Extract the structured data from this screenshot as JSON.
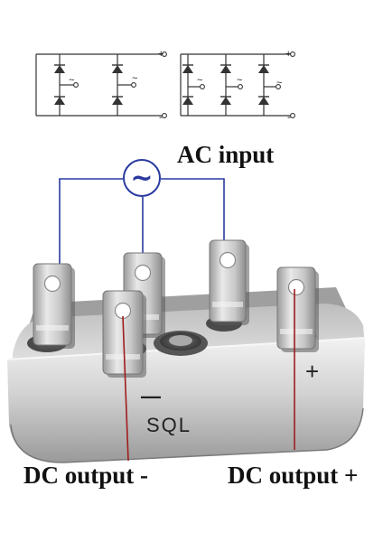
{
  "labels": {
    "ac_input": "AC input",
    "dc_output_minus": "DC output -",
    "dc_output_plus": "DC output +"
  },
  "body_marks": {
    "brand": "SQL",
    "minus": "—",
    "plus": "+"
  },
  "schematic_marks": {
    "plus": "+",
    "minus": "-",
    "tilde": "~"
  },
  "ac_symbol": "~",
  "colors": {
    "wire_blue": "#2a3aa0",
    "wire_red": "#a01c1c",
    "schematic_line": "#333333",
    "metal_light": "#e6e6e6",
    "metal_dark": "#8c8c8c"
  },
  "icons": {
    "ac_source": "ac-source-icon",
    "diode": "diode-icon"
  }
}
